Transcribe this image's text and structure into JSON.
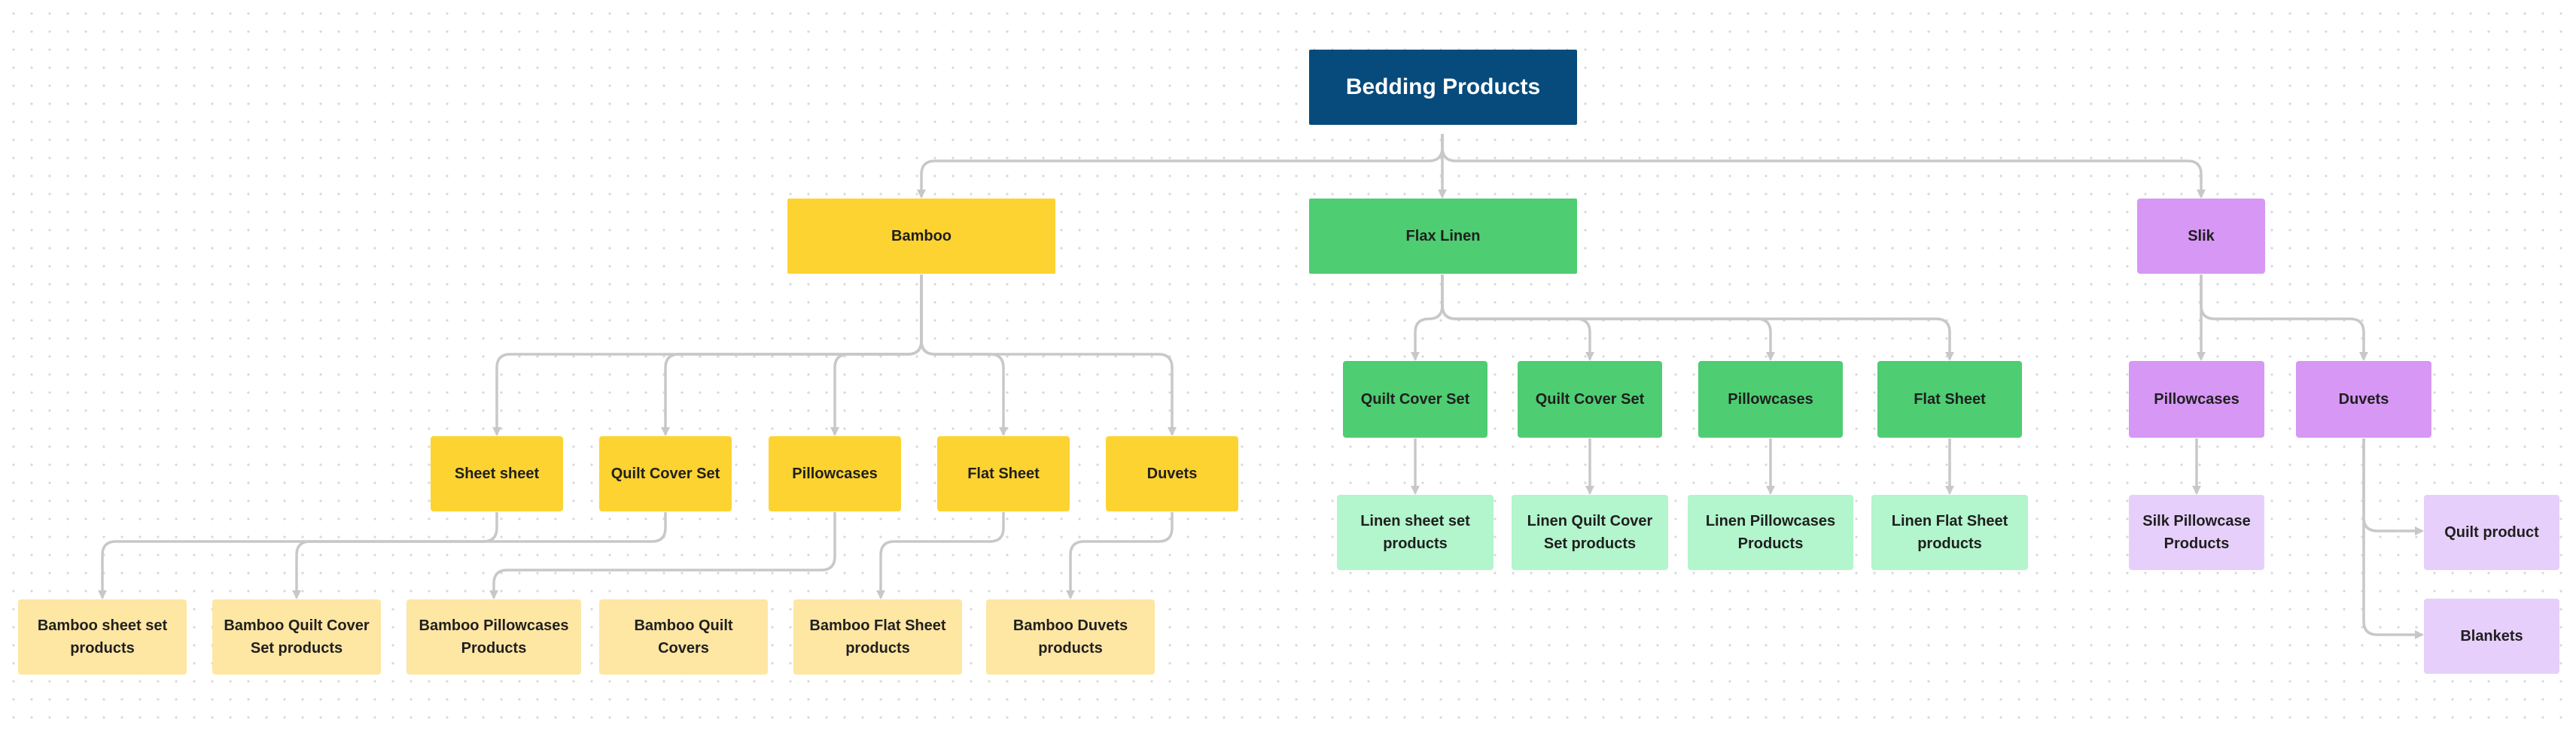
{
  "diagram": {
    "root": {
      "label": "Bedding Products",
      "color": "#064b7c"
    },
    "colors": {
      "yellow": "#fdd331",
      "yellow_light": "#fee6a3",
      "green": "#4ecd72",
      "green_light": "#b3f5cc",
      "purple": "#d797f5",
      "purple_light": "#e6d0fb",
      "connector": "#c8c8c8"
    },
    "categories": [
      {
        "label": "Bamboo",
        "children": [
          {
            "label": "Sheet sheet",
            "product": "Bamboo sheet set products"
          },
          {
            "label": "Quilt Cover Set",
            "product": "Bamboo Quilt Cover Set products"
          },
          {
            "label": "Pillowcases",
            "product": "Bamboo Pillowcases Products"
          },
          {
            "label": "Flat Sheet",
            "product": "Bamboo Flat Sheet products"
          },
          {
            "label": "Duvets",
            "product": "Bamboo Duvets products"
          }
        ],
        "extra_product": "Bamboo Quilt Covers"
      },
      {
        "label": "Flax Linen",
        "children": [
          {
            "label": "Quilt Cover Set",
            "product": "Linen sheet set products"
          },
          {
            "label": "Quilt Cover Set",
            "product": "Linen Quilt Cover Set products"
          },
          {
            "label": "Pillowcases",
            "product": "Linen Pillowcases Products"
          },
          {
            "label": "Flat Sheet",
            "product": "Linen Flat Sheet products"
          }
        ]
      },
      {
        "label": "Slik",
        "children": [
          {
            "label": "Pillowcases",
            "product": "Silk Pillowcase Products"
          },
          {
            "label": "Duvets",
            "products": [
              "Quilt product",
              "Blankets"
            ]
          }
        ]
      }
    ]
  }
}
